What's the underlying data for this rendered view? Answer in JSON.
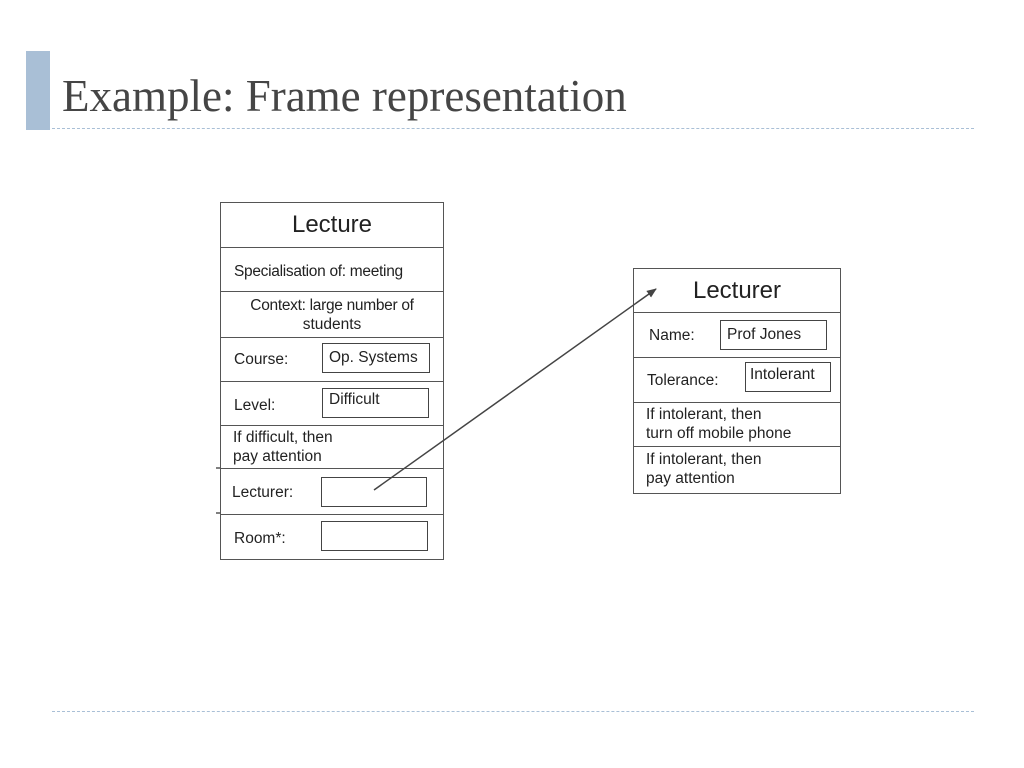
{
  "slide": {
    "title": "Example: Frame representation",
    "accent_color": "#a9bfd6"
  },
  "lecture_frame": {
    "title": "Lecture",
    "specialisation": "Specialisation of: meeting",
    "context_line1": "Context: large number of",
    "context_line2": "students",
    "course_label": "Course:",
    "course_value": "Op. Systems",
    "level_label": "Level:",
    "level_value": "Difficult",
    "rule_line1": "If difficult, then",
    "rule_line2": "pay attention",
    "lecturer_label": "Lecturer:",
    "lecturer_value": "",
    "room_label": "Room*:",
    "room_value": ""
  },
  "lecturer_frame": {
    "title": "Lecturer",
    "name_label": "Name:",
    "name_value": "Prof Jones",
    "tolerance_label": "Tolerance:",
    "tolerance_value": "Intolerant",
    "rule1_line1": "If intolerant, then",
    "rule1_line2": "turn off mobile phone",
    "rule2_line1": "If intolerant, then",
    "rule2_line2": "pay attention"
  },
  "connections": [
    {
      "from": "lecture.lecturer_slot",
      "to": "lecturer_frame"
    }
  ]
}
